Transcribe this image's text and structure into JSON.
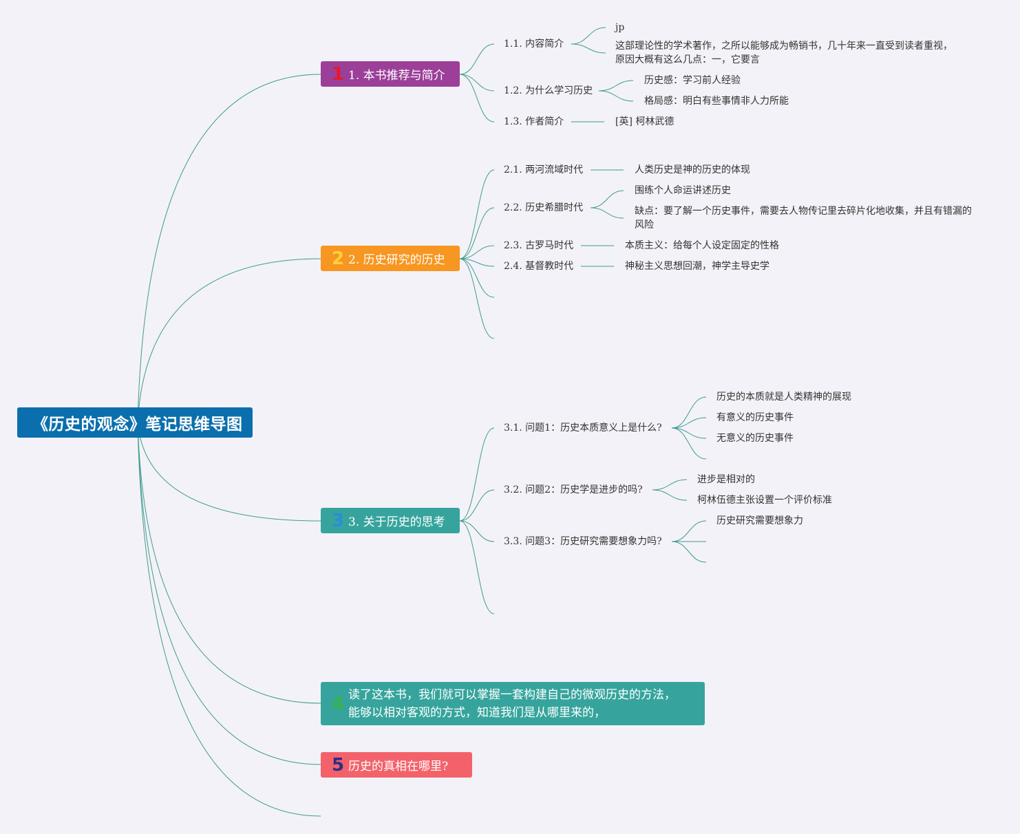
{
  "colors": {
    "background": "#f3f2f8",
    "line": "#3e9a8f",
    "root": "#0b6fae",
    "main1": "#9b3f99",
    "main2": "#f79620",
    "main3": "#36a49d",
    "main4": "#36a49d",
    "main5": "#f3626a",
    "num1": "#e8192c",
    "num2": "#ffd23c",
    "num3": "#2c8cd8",
    "num4": "#37b24d",
    "num5": "#2b2f86"
  },
  "root": {
    "title": "《历史的观念》笔记思维导图"
  },
  "branch1": {
    "num": "1",
    "title": "1. 本书推荐与简介",
    "c1": {
      "label": "1.1. 内容简介",
      "l1": "jp",
      "l2": "这部理论性的学术著作，之所以能够成为畅销书，几十年来一直受到读者重视，原因大概有这么几点：一，它要言"
    },
    "c2": {
      "label": "1.2. 为什么学习历史",
      "l1": "历史感：学习前人经验",
      "l2": "格局感：明白有些事情非人力所能"
    },
    "c3": {
      "label": "1.3. 作者简介",
      "l1": "[英] 柯林武德"
    }
  },
  "branch2": {
    "num": "2",
    "title": "2. 历史研究的历史",
    "c1": {
      "label": "2.1. 两河流域时代",
      "l1": "人类历史是神的历史的体现"
    },
    "c2": {
      "label": "2.2. 历史希腊时代",
      "l1": "围练个人命运讲述历史",
      "l2": "缺点：要了解一个历史事件，需要去人物传记里去碎片化地收集，并且有错漏的风险"
    },
    "c3": {
      "label": "2.3. 古罗马时代",
      "l1": "本质主义：给每个人设定固定的性格"
    },
    "c4": {
      "label": "2.4. 基督教时代",
      "l1": "神秘主义思想回潮，神学主导史学"
    }
  },
  "branch3": {
    "num": "3",
    "title": "3. 关于历史的思考",
    "c1": {
      "label": "3.1. 问题1：历史本质意义上是什么?",
      "l1": "历史的本质就是人类精神的展现",
      "l2": "有意义的历史事件",
      "l3": "无意义的历史事件"
    },
    "c2": {
      "label": "3.2. 问题2：历史学是进步的吗?",
      "l1": "进步是相对的",
      "l2": "柯林伍德主张设置一个评价标准"
    },
    "c3": {
      "label": "3.3. 问题3：历史研究需要想象力吗?",
      "l1": "历史研究需要想象力"
    }
  },
  "branch4": {
    "num": "4",
    "title": "读了这本书，我们就可以掌握一套构建自己的微观历史的方法，能够以相对客观的方式，知道我们是从哪里来的，"
  },
  "branch5": {
    "num": "5",
    "title": "历史的真相在哪里?"
  }
}
